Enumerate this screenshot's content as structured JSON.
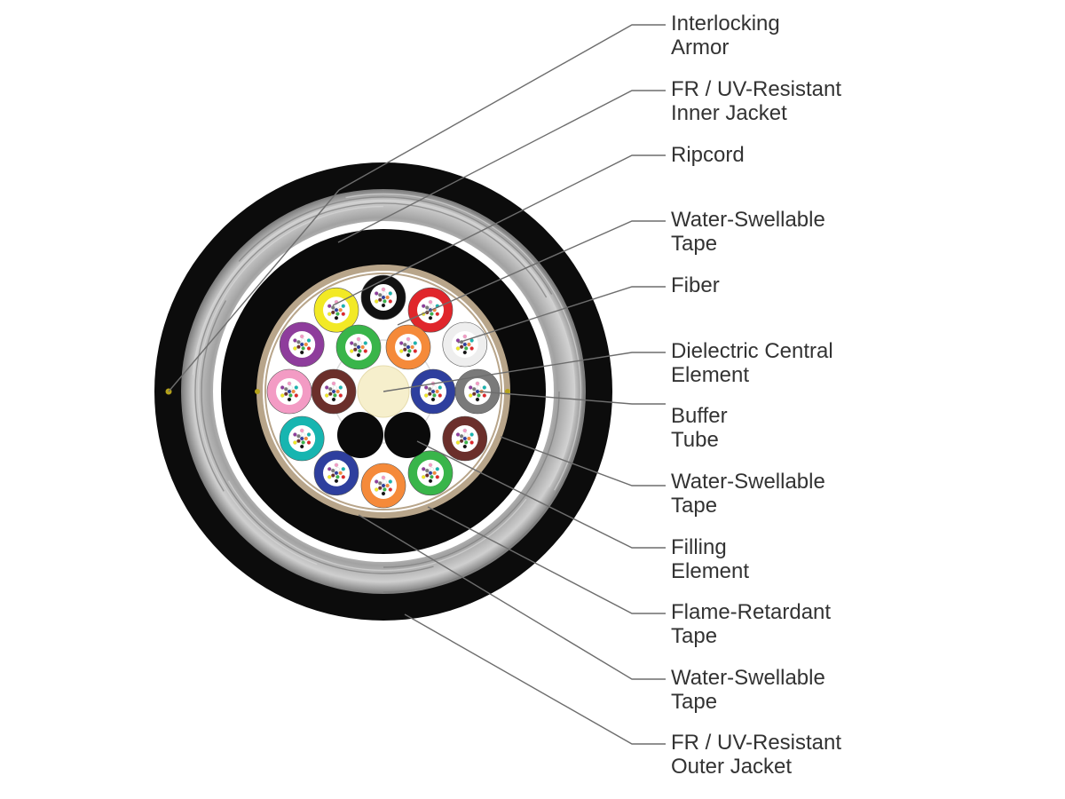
{
  "colors": {
    "outer_jacket": "#0c0c0c",
    "armor_light": "#d6d6d6",
    "armor_mid": "#a9a9a9",
    "armor_dark": "#7c7c7c",
    "gap": "#ffffff",
    "inner_jacket": "#0a0a0a",
    "tape": "#b8a58a",
    "core_fill": "#ffffff",
    "central_element": "#f6efcc",
    "filler": "#0a0a0a",
    "leader_line": "#6d6d6d",
    "label_text": "#333333"
  },
  "callouts": [
    {
      "id": "interlocking-armor",
      "lines": [
        "Interlocking",
        "Armor"
      ]
    },
    {
      "id": "inner-jacket",
      "lines": [
        "FR / UV-Resistant",
        "Inner Jacket"
      ]
    },
    {
      "id": "ripcord",
      "lines": [
        "Ripcord"
      ]
    },
    {
      "id": "water-swellable-tape-1",
      "lines": [
        "Water-Swellable",
        "Tape"
      ]
    },
    {
      "id": "fiber",
      "lines": [
        "Fiber"
      ]
    },
    {
      "id": "dielectric-central-element",
      "lines": [
        "Dielectric Central",
        "Element"
      ]
    },
    {
      "id": "buffer-tube",
      "lines": [
        "Buffer",
        "Tube"
      ]
    },
    {
      "id": "water-swellable-tape-2",
      "lines": [
        "Water-Swellable",
        "Tape"
      ]
    },
    {
      "id": "filling-element",
      "lines": [
        "Filling",
        "Element"
      ]
    },
    {
      "id": "flame-retardant-tape",
      "lines": [
        "Flame-Retardant",
        "Tape"
      ]
    },
    {
      "id": "water-swellable-tape-3",
      "lines": [
        "Water-Swellable",
        "Tape"
      ]
    },
    {
      "id": "outer-jacket",
      "lines": [
        "FR / UV-Resistant",
        "Outer Jacket"
      ]
    }
  ],
  "buffer_tubes": [
    {
      "ring": "outer",
      "color": "#111111",
      "name": "black"
    },
    {
      "ring": "outer",
      "color": "#e0262b",
      "name": "red"
    },
    {
      "ring": "outer",
      "color": "#eeeeee",
      "name": "white"
    },
    {
      "ring": "outer",
      "color": "#7a7a7a",
      "name": "slate"
    },
    {
      "ring": "outer",
      "color": "#6b2f2b",
      "name": "brown"
    },
    {
      "ring": "outer",
      "color": "#39b54a",
      "name": "green"
    },
    {
      "ring": "outer",
      "color": "#f58a3a",
      "name": "orange"
    },
    {
      "ring": "outer",
      "color": "#2e3f9e",
      "name": "blue"
    },
    {
      "ring": "outer",
      "color": "#17b5b0",
      "name": "aqua"
    },
    {
      "ring": "outer",
      "color": "#f39bc4",
      "name": "rose"
    },
    {
      "ring": "outer",
      "color": "#8e3d9c",
      "name": "violet"
    },
    {
      "ring": "outer",
      "color": "#f2e925",
      "name": "yellow"
    },
    {
      "ring": "inner",
      "color": "#39b54a",
      "name": "green"
    },
    {
      "ring": "inner",
      "color": "#f58a3a",
      "name": "orange"
    },
    {
      "ring": "inner",
      "color": "#2e3f9e",
      "name": "blue"
    },
    {
      "ring": "inner",
      "color": "#6b2f2b",
      "name": "brown"
    }
  ],
  "fiber_colors": [
    "#2e3f9e",
    "#f58a3a",
    "#39b54a",
    "#6b2f2b",
    "#7a7a7a",
    "#ffffff",
    "#e0262b",
    "#111111",
    "#f2e925",
    "#8e3d9c",
    "#f39bc4",
    "#17b5b0"
  ],
  "filling_elements": 2
}
